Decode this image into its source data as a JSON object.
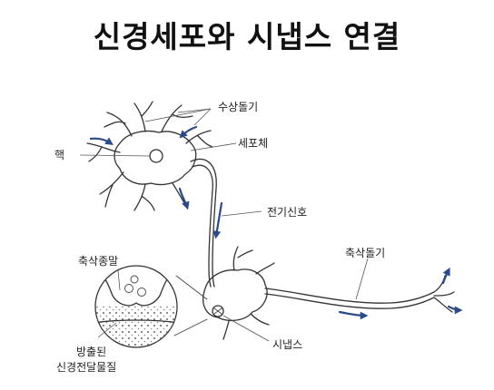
{
  "title": "신경세포와 시냅스 연결",
  "labels": {
    "dendrite": "수상돌기",
    "cell_body": "세포체",
    "nucleus": "핵",
    "electric_signal": "전기신호",
    "axon": "축삭돌기",
    "axon_terminal": "축삭종말",
    "released_line1": "방출된",
    "released_line2": "신경전달물질",
    "synapse": "시냅스"
  },
  "colors": {
    "arrow": "#2a4a8a",
    "ink": "#333333"
  }
}
